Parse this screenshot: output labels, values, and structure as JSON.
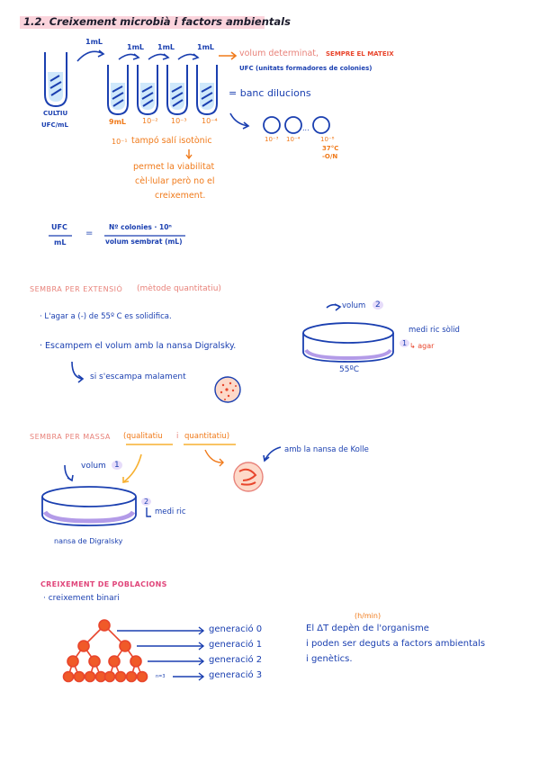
{
  "header": {
    "title": "1.2. Creixement microbià i factors ambientals"
  },
  "dilution": {
    "vol_labels": [
      "1mL",
      "1mL",
      "1mL",
      "1mL"
    ],
    "culture_label": "CULTIU",
    "culture_units": "UFC/mL",
    "tube_labels": [
      "9mL",
      "10⁻²",
      "10⁻³",
      "10⁻⁴"
    ],
    "first_exponent": "10⁻¹",
    "volum_note": "volum determinat,",
    "sempre_note": "SEMPRE EL MATEIX",
    "ufc_note": "UFC (unitats formadores de colonies)",
    "banc": "= banc dilucions",
    "plate_labels": [
      "10⁻³",
      "10⁻⁴",
      "10⁻⁸"
    ],
    "incubation_temp": "37°C",
    "incubation_time": "-O/N",
    "buffer": "tampó salí isotònic",
    "buffer_note": [
      "permet la viabilitat",
      "cèl·lular però no el",
      "creixement."
    ],
    "ufc_frac": "UFC",
    "ml_frac": "mL",
    "equals": "=",
    "formula_num": "Nº colonies · 10ⁿ",
    "formula_den": "volum sembrat (mL)"
  },
  "extension": {
    "heading": "SEMBRA PER EXTENSIÓ",
    "heading_note": "(mètode quantitatiu)",
    "bullet1": "· L'agar a (-) de  55º C es solidifica.",
    "bullet2": "· Escampem el volum amb la nansa  Digralsky.",
    "arrow_note": "si s'escampa malament",
    "volum": "volum",
    "volum_num": "2",
    "medi": "medi ric sòlid",
    "agar_num": "1",
    "agar": "agar",
    "temp": "55ºC"
  },
  "massa": {
    "heading": "SEMBRA PER MASSA",
    "heading_note_a": "(qualitatiu",
    "heading_note_i": "i",
    "heading_note_b": "quantitatiu)",
    "volum": "volum",
    "volum_num": "1",
    "kolle": "amb la nansa de Kolle",
    "medi_num": "2",
    "medi": "medi ric",
    "nansa": "nansa de Digralsky"
  },
  "poblacions": {
    "heading": "CREIXEMENT DE POBLACIONS",
    "sub": "· creixement binari",
    "generations": [
      "generació  0",
      "generació  1",
      "generació  2",
      "generació  3"
    ],
    "nn": "n=3",
    "units": "(h/min)",
    "note": [
      "El  ΔT  depèn de l'organisme",
      "i poden ser deguts a factors ambientals",
      "i genètics."
    ]
  }
}
